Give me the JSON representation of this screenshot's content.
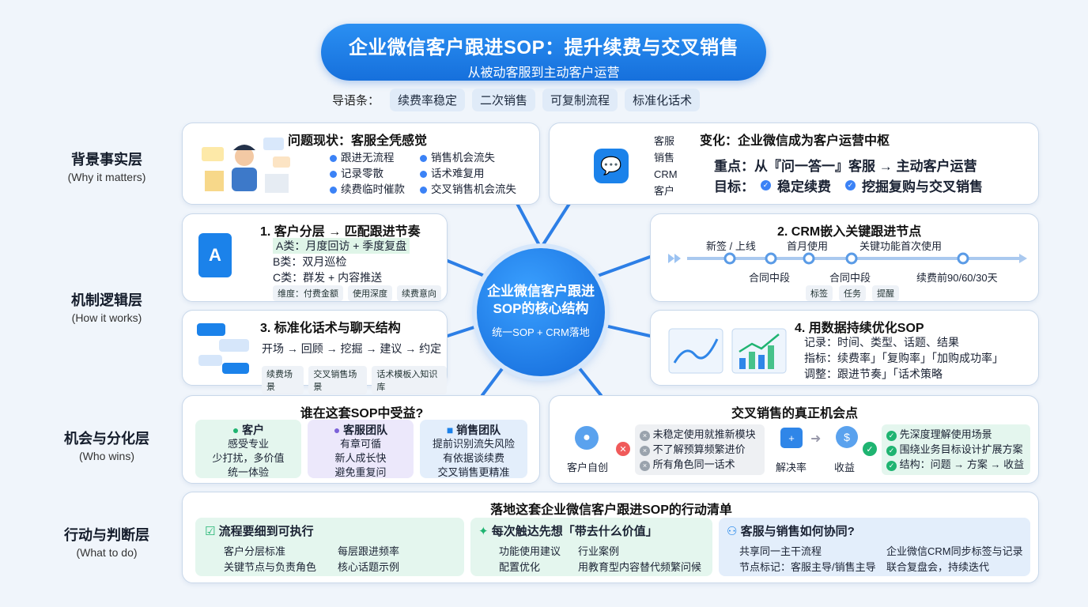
{
  "header": {
    "title": "企业微信客户跟进SOP：提升续费与交叉销售",
    "subtitle": "从被动客服到主动客户运营"
  },
  "nav": {
    "label": "导语条：",
    "tags": [
      "续费率稳定",
      "二次销售",
      "可复制流程",
      "标准化话术"
    ]
  },
  "layers": [
    {
      "name": "背景事实层",
      "sub": "(Why it matters)"
    },
    {
      "name": "机制逻辑层",
      "sub": "(How it works)"
    },
    {
      "name": "机会与分化层",
      "sub": "(Who wins)"
    },
    {
      "name": "行动与判断层",
      "sub": "(What to do)"
    }
  ],
  "problem": {
    "title": "问题现状：客服全凭感觉",
    "items": [
      "跟进无流程",
      "记录零散",
      "续费临时催款",
      "销售机会流失",
      "话术难复用",
      "交叉销售机会流失"
    ]
  },
  "change": {
    "title": "变化：企业微信成为客户运营中枢",
    "roles": [
      "客服",
      "销售",
      "CRM",
      "客户"
    ],
    "focus": "重点：从『问一答一』客服 → 主动客户运营",
    "goal_label": "目标：",
    "goals": [
      "稳定续费",
      "挖掘复购与交叉销售"
    ]
  },
  "center": {
    "title": "企业微信客户跟进SOP的核心结构",
    "sub": "统一SOP + CRM落地"
  },
  "seg": {
    "title": "1. 客户分层 → 匹配跟进节奏",
    "lines": [
      "A类：月度回访 + 季度复盘",
      "B类：双月巡检",
      "C类：群发 + 内容推送"
    ],
    "chips": [
      "维度：付费金额",
      "使用深度",
      "续费意向"
    ]
  },
  "crm": {
    "title": "2. CRM嵌入关键跟进节点",
    "top": [
      "新签 / 上线",
      "首月使用",
      "关键功能首次使用"
    ],
    "bottom": [
      "合同中段",
      "合同中段",
      "续费前90/60/30天"
    ],
    "chips": [
      "标签",
      "任务",
      "提醒"
    ]
  },
  "script": {
    "title": "3. 标准化话术与聊天结构",
    "flow": "开场 → 回顾 → 挖掘 → 建议 → 约定",
    "chips": [
      "续费场景",
      "交叉销售场景",
      "话术模板入知识库"
    ]
  },
  "data": {
    "title": "4. 用数据持续优化SOP",
    "lines": [
      "记录：时间、类型、话题、结果",
      "指标：续费率」「复购率」「加购成功率」",
      "调整：跟进节奏」「话术策略"
    ]
  },
  "benefit": {
    "title": "谁在这套SOP中受益?",
    "groups": [
      {
        "name": "客户",
        "lines": [
          "感受专业",
          "少打扰，多价值",
          "统一体验"
        ]
      },
      {
        "name": "客服团队",
        "lines": [
          "有章可循",
          "新人成长快",
          "避免重复问"
        ]
      },
      {
        "name": "销售团队",
        "lines": [
          "提前识别流失风险",
          "有依据谈续费",
          "交叉销售更精准"
        ]
      }
    ]
  },
  "cross": {
    "title": "交叉销售的真正机会点",
    "self": "客户自创",
    "bad": [
      "未稳定使用就推新模块",
      "不了解预算频繁进价",
      "所有角色同一话术"
    ],
    "solution": "解决率",
    "revenue": "收益",
    "good": [
      "先深度理解使用场景",
      "围绕业务目标设计扩展方案",
      "结构：问题 → 方案 → 收益"
    ]
  },
  "action": {
    "title": "落地这套企业微信客户跟进SOP的行动清单",
    "cols": [
      {
        "title": "流程要细到可执行",
        "items": [
          "客户分层标准",
          "每层跟进频率",
          "关键节点与负责角色",
          "核心话题示例"
        ]
      },
      {
        "title": "每次触达先想「带去什么价值」",
        "items": [
          "功能使用建议",
          "行业案例",
          "配置优化",
          "用教育型内容替代频繁问候"
        ]
      },
      {
        "title": "客服与销售如何协同?",
        "items": [
          "共享同一主干流程",
          "企业微信CRM同步标签与记录",
          "节点标记：客服主导/销售主导",
          "联合复盘会，持续迭代"
        ]
      }
    ]
  },
  "colors": {
    "primary": "#1670dc",
    "green": "#1fb471",
    "purple": "#7b61d9"
  }
}
